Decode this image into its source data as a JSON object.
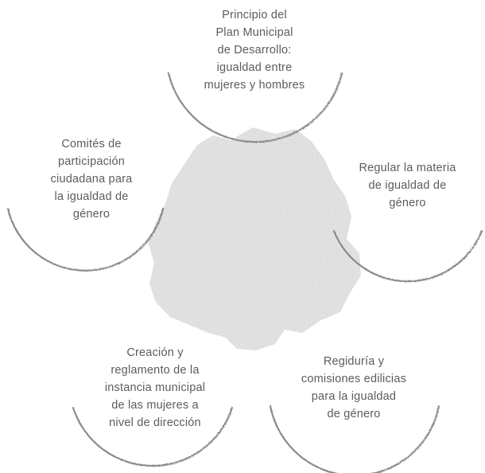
{
  "diagram": {
    "center": {
      "label": "",
      "fill": "#c8c8c8"
    },
    "nodes": [
      {
        "id": "top",
        "lines": [
          "Principio del",
          "Plan Municipal",
          "de Desarrollo:",
          "igualdad entre",
          "mujeres y hombres"
        ]
      },
      {
        "id": "left",
        "lines": [
          "Comités de",
          "participación",
          "ciudadana para",
          "la igualdad de",
          "género"
        ]
      },
      {
        "id": "right",
        "lines": [
          "Regular la materia",
          "de igualdad de",
          "género"
        ]
      },
      {
        "id": "bottom-left",
        "lines": [
          "Creación y",
          "reglamento de la",
          "instancia municipal",
          "de las mujeres a",
          "nivel de dirección"
        ]
      },
      {
        "id": "bottom-right",
        "lines": [
          "Regiduría y",
          "comisiones edilicias",
          "para la igualdad",
          "de género"
        ]
      }
    ],
    "colors": {
      "arc": "#8a8a8a",
      "text": "#5c5c5c",
      "center": "#c8c8c8"
    }
  }
}
